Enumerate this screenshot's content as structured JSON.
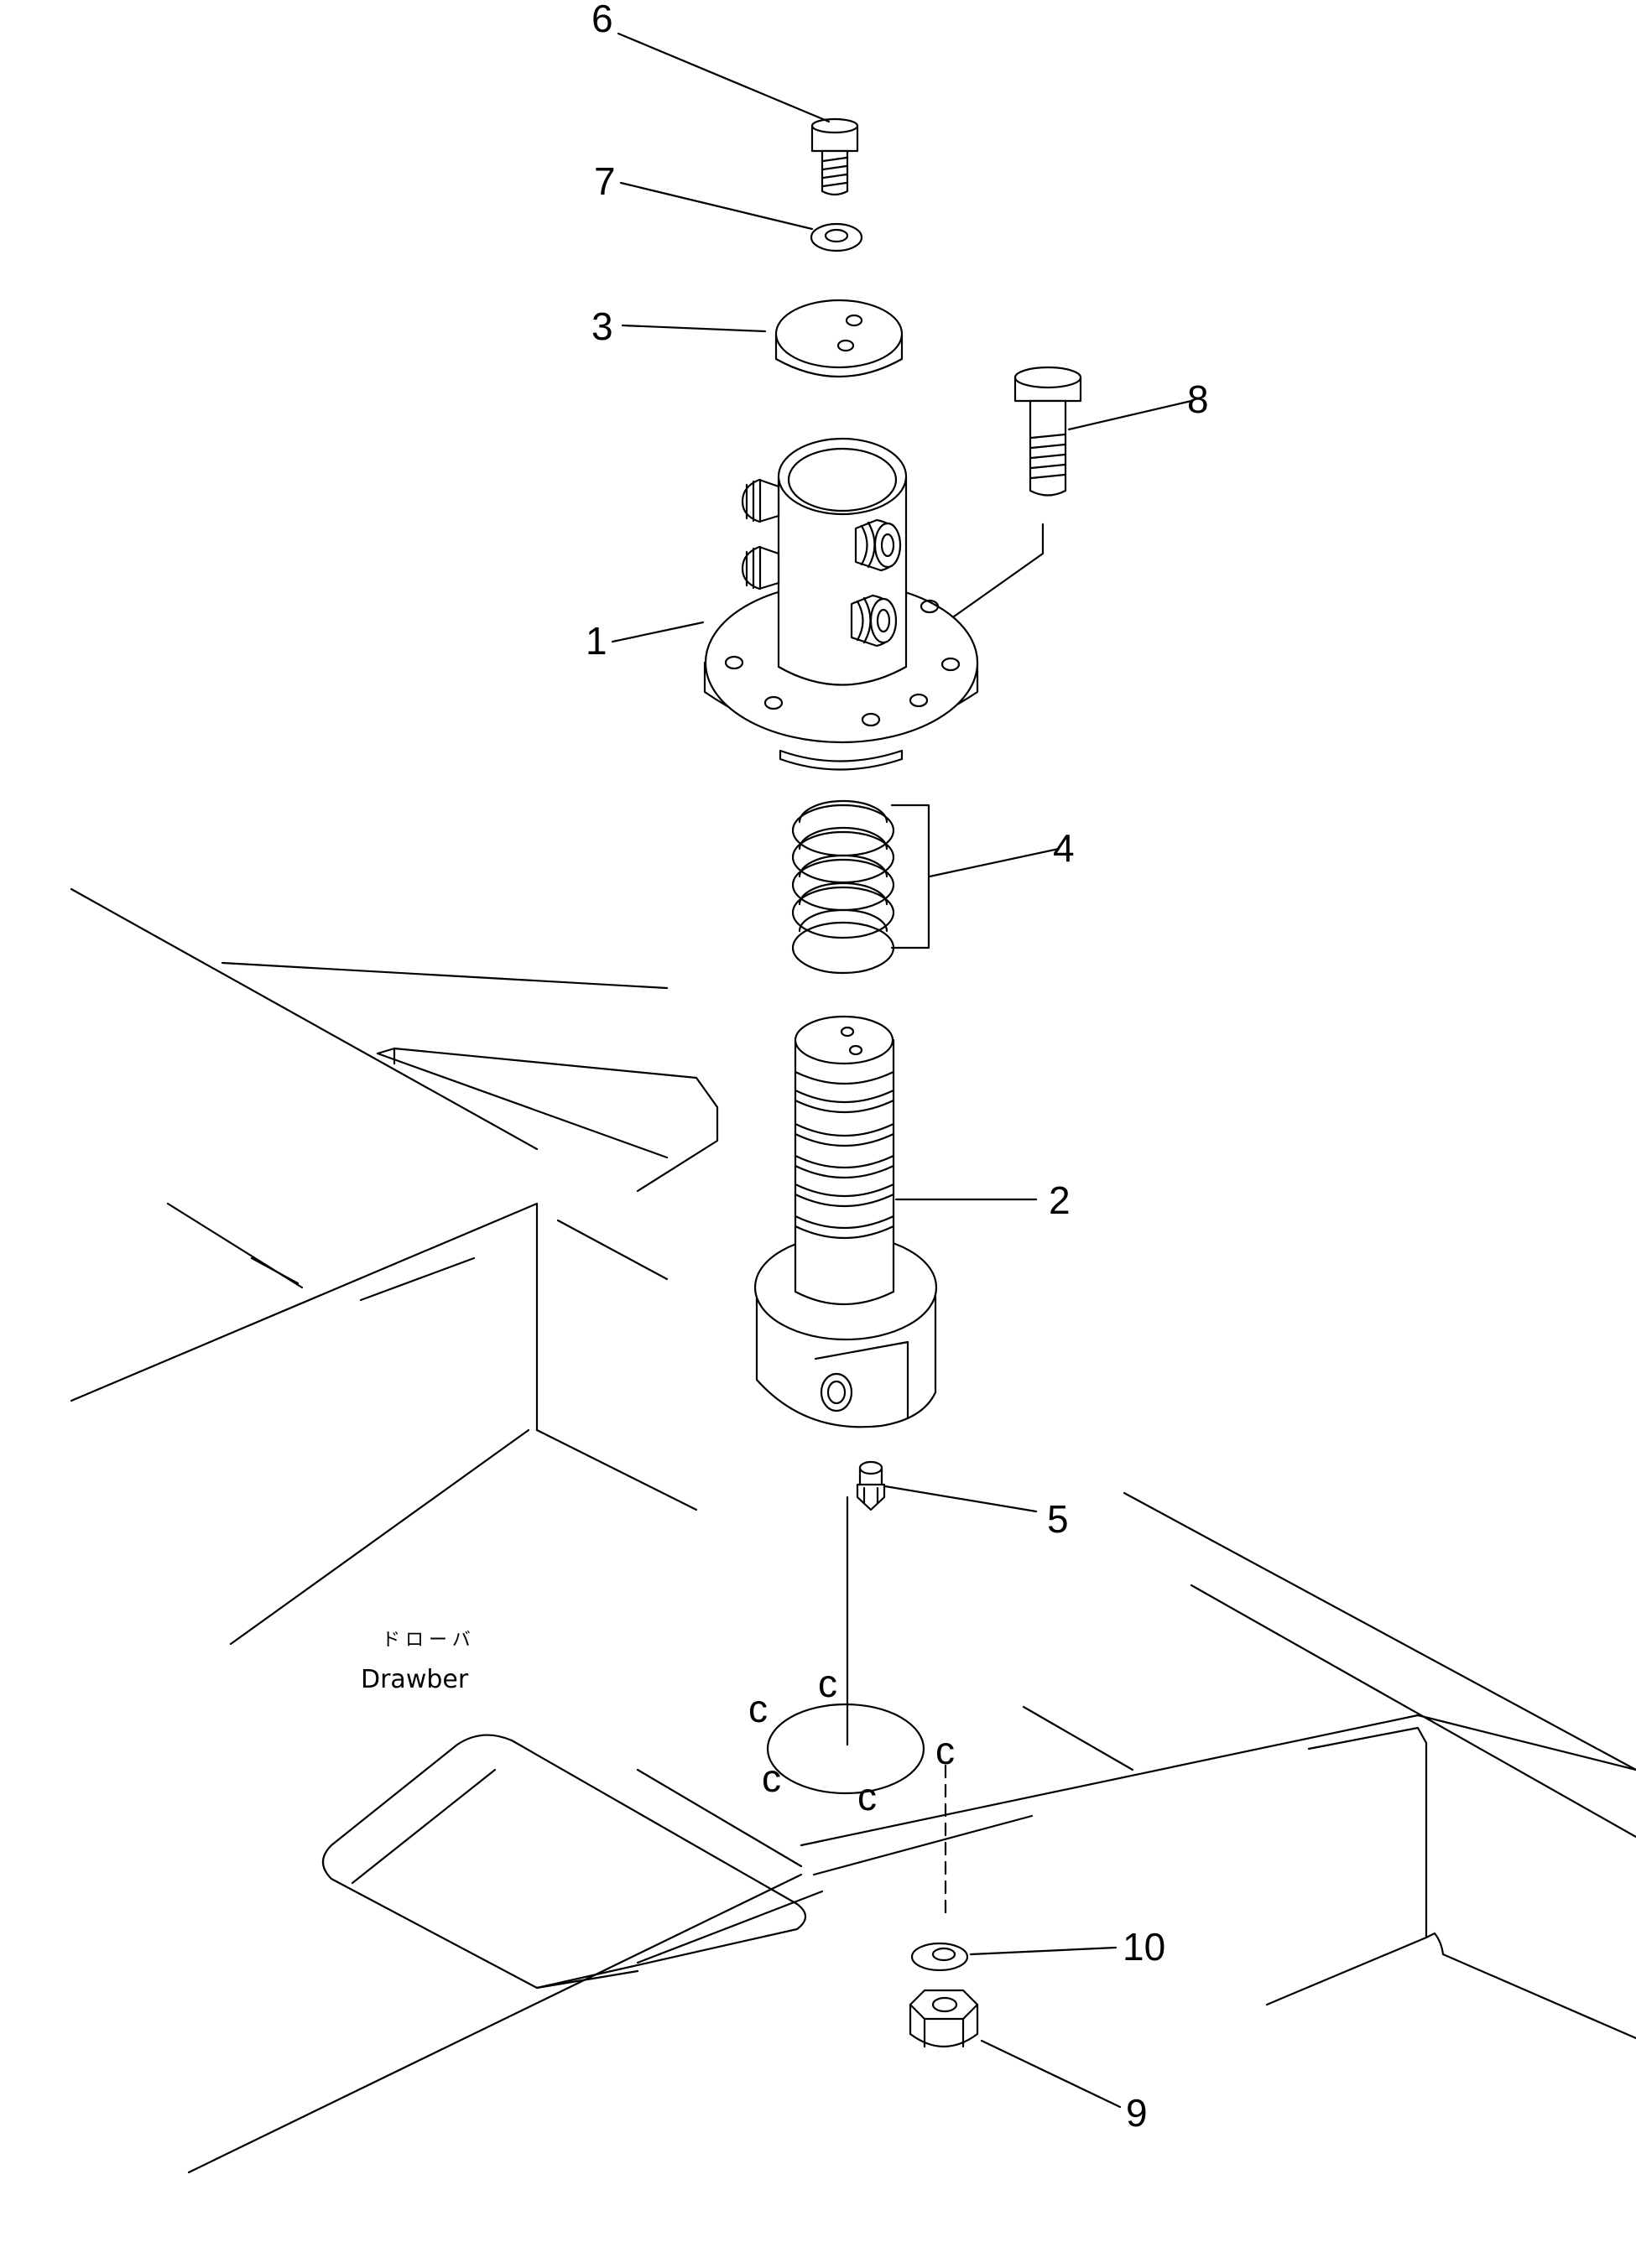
{
  "labels": {
    "p1": "1",
    "p2": "2",
    "p3": "3",
    "p4": "4",
    "p5": "5",
    "p6": "6",
    "p7": "7",
    "p8": "8",
    "p9": "9",
    "p10": "10"
  },
  "caption": {
    "japanese": "ドローバ",
    "english": "Drawber"
  }
}
